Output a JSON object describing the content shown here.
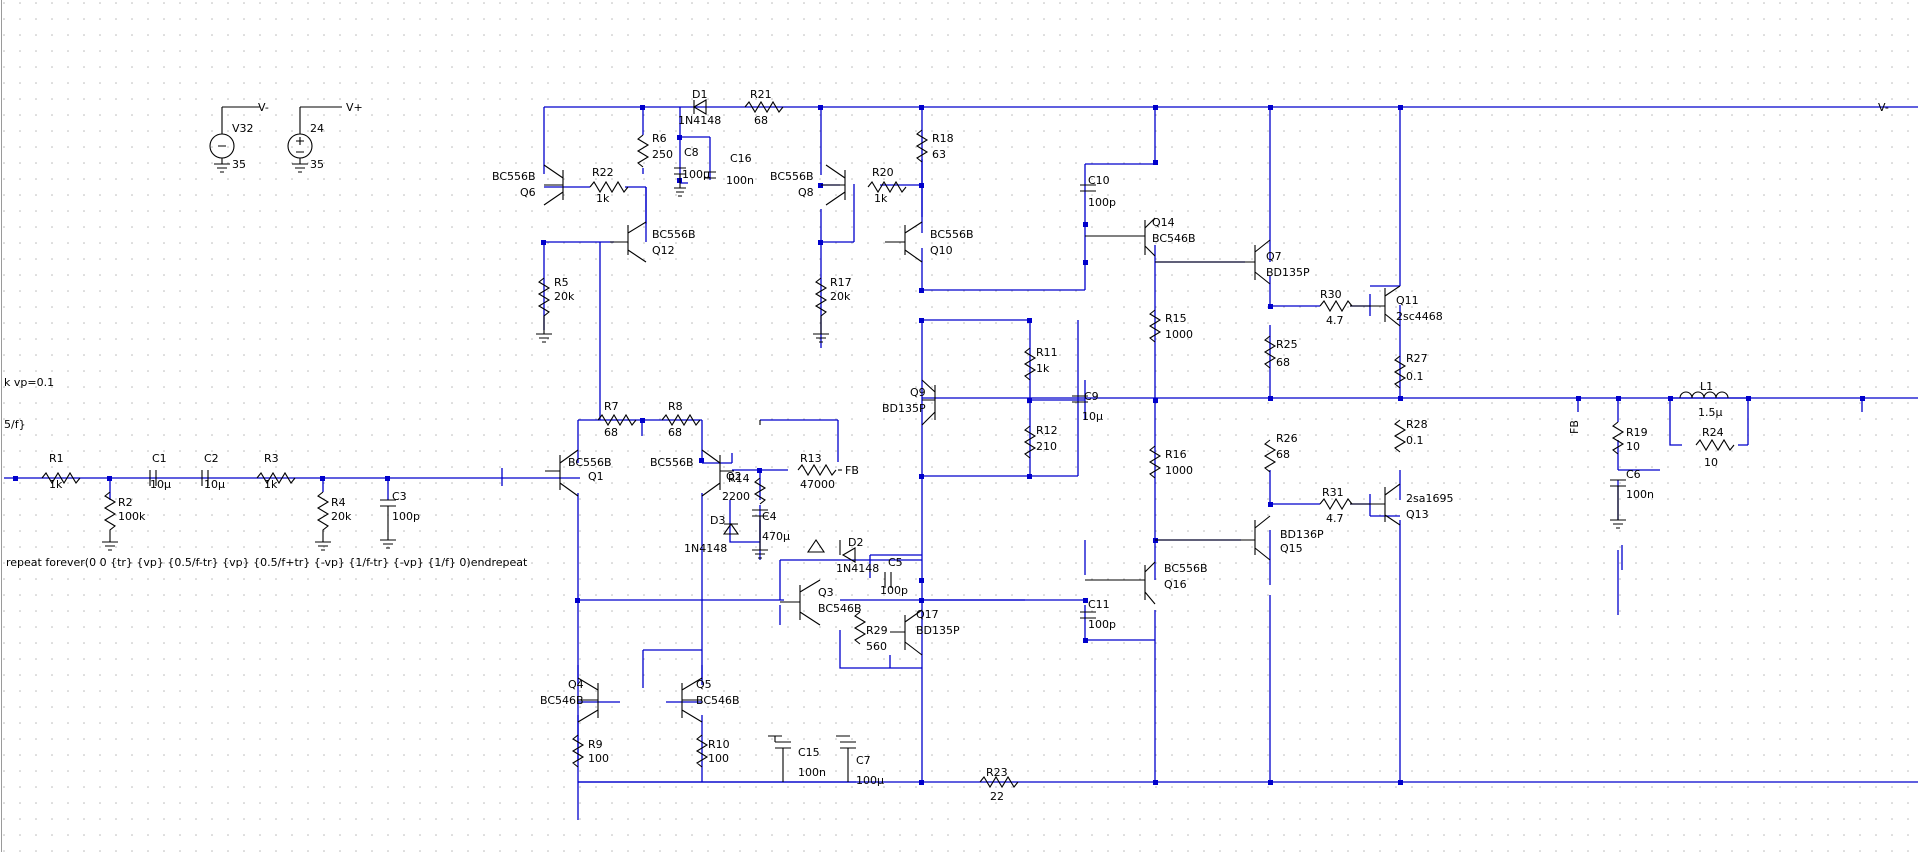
{
  "sources": [
    {
      "name": "V32",
      "value": "35",
      "net": "V-"
    },
    {
      "name": "24",
      "value": "35",
      "net": "V+"
    }
  ],
  "params": {
    "line1": "k vp=0.1",
    "line2": "5/f}"
  },
  "pwl": "repeat forever(0 0 {tr} {vp} {0.5/f-tr} {vp} {0.5/f+tr} {-vp} {1/f-tr} {-vp} {1/f} 0)endrepeat",
  "resistors": [
    {
      "name": "R1",
      "value": "1k"
    },
    {
      "name": "R2",
      "value": "100k"
    },
    {
      "name": "R3",
      "value": "1k"
    },
    {
      "name": "R4",
      "value": "20k"
    },
    {
      "name": "R5",
      "value": "20k"
    },
    {
      "name": "R6",
      "value": "250"
    },
    {
      "name": "R7",
      "value": "68"
    },
    {
      "name": "R8",
      "value": "68"
    },
    {
      "name": "R9",
      "value": "100"
    },
    {
      "name": "R10",
      "value": "100"
    },
    {
      "name": "R11",
      "value": "1k"
    },
    {
      "name": "R12",
      "value": "210"
    },
    {
      "name": "R13",
      "value": "47000"
    },
    {
      "name": "R14",
      "value": "2200"
    },
    {
      "name": "R15",
      "value": "1000"
    },
    {
      "name": "R16",
      "value": "1000"
    },
    {
      "name": "R17",
      "value": "20k"
    },
    {
      "name": "R18",
      "value": "63"
    },
    {
      "name": "R19",
      "value": "10"
    },
    {
      "name": "R20",
      "value": "1k"
    },
    {
      "name": "R21",
      "value": "68"
    },
    {
      "name": "R22",
      "value": "1k"
    },
    {
      "name": "R23",
      "value": "22"
    },
    {
      "name": "R24",
      "value": "10"
    },
    {
      "name": "R25",
      "value": "68"
    },
    {
      "name": "R26",
      "value": "68"
    },
    {
      "name": "R27",
      "value": "0.1"
    },
    {
      "name": "R28",
      "value": "0.1"
    },
    {
      "name": "R29",
      "value": "560"
    },
    {
      "name": "R30",
      "value": "4.7"
    },
    {
      "name": "R31",
      "value": "4.7"
    }
  ],
  "capacitors": [
    {
      "name": "C1",
      "value": "10µ"
    },
    {
      "name": "C2",
      "value": "10µ"
    },
    {
      "name": "C3",
      "value": "100p"
    },
    {
      "name": "C4",
      "value": "470µ"
    },
    {
      "name": "C5",
      "value": "100p"
    },
    {
      "name": "C6",
      "value": "100n"
    },
    {
      "name": "C7",
      "value": "100µ"
    },
    {
      "name": "C8",
      "value": "100µ"
    },
    {
      "name": "C9",
      "value": "10µ"
    },
    {
      "name": "C10",
      "value": "100p"
    },
    {
      "name": "C11",
      "value": "100p"
    },
    {
      "name": "C15",
      "value": "100n"
    },
    {
      "name": "C16",
      "value": "100n"
    }
  ],
  "diodes": [
    {
      "name": "D1",
      "value": "1N4148"
    },
    {
      "name": "D2",
      "value": "1N4148"
    },
    {
      "name": "D3",
      "value": "1N4148"
    }
  ],
  "inductors": [
    {
      "name": "L1",
      "value": "1.5µ"
    }
  ],
  "transistors": [
    {
      "name": "Q1",
      "model": "BC556B"
    },
    {
      "name": "Q2",
      "model": "BC556B"
    },
    {
      "name": "Q3",
      "model": "BC546B"
    },
    {
      "name": "Q4",
      "model": "BC546B"
    },
    {
      "name": "Q5",
      "model": "BC546B"
    },
    {
      "name": "Q6",
      "model": "BC556B"
    },
    {
      "name": "Q7",
      "model": "BD135P"
    },
    {
      "name": "Q8",
      "model": "BC556B"
    },
    {
      "name": "Q9",
      "model": "BD135P"
    },
    {
      "name": "Q10",
      "model": "BC556B"
    },
    {
      "name": "Q11",
      "model": "2sc4468"
    },
    {
      "name": "Q12",
      "model": "BC556B"
    },
    {
      "name": "Q13",
      "model": "2sa1695"
    },
    {
      "name": "Q14",
      "model": "BC546B"
    },
    {
      "name": "Q15",
      "model": "BD136P"
    },
    {
      "name": "Q16",
      "model": "BC556B"
    },
    {
      "name": "Q17",
      "model": "BD135P"
    }
  ],
  "nets": {
    "vneg": "V-",
    "vpos": "V+",
    "fb1": "FB",
    "fb2": "FB"
  },
  "colors": {
    "wire": "#0000cc",
    "component": "#000000",
    "grid": "#b8b8b8",
    "background": "#ffffff"
  }
}
